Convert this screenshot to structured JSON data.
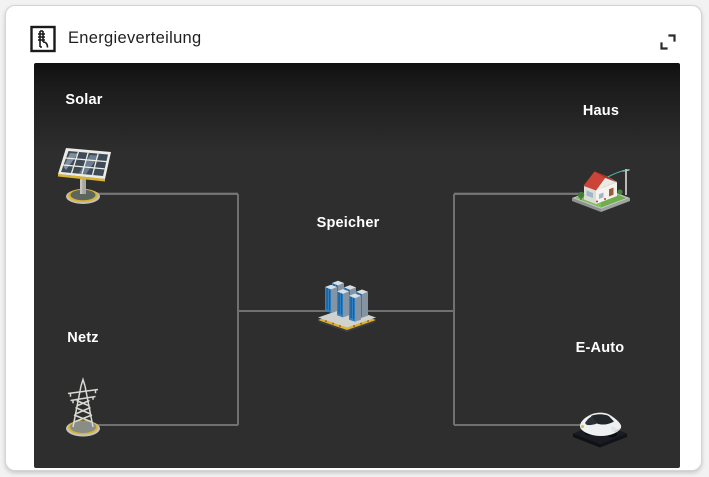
{
  "card": {
    "title": "Energieverteilung",
    "title_icon": "power-pylon-box-icon",
    "expand_icon": "expand-fullscreen-icon"
  },
  "colors": {
    "page_bg": "#f2f2f2",
    "card_bg": "#ffffff",
    "card_border": "#d4d4d4",
    "panel_bg": "#2e2e2e",
    "panel_top_gradient": "#101010",
    "wire": "#707070",
    "node_label_text": "#ffffff",
    "title_text": "#1f1f1f",
    "accent_yellow": "#d9b430",
    "battery_blue": "#2f81c4",
    "roof_red": "#cc4437",
    "lawn_green": "#6fae4f"
  },
  "diagram": {
    "nodes": [
      {
        "id": "solar",
        "label": "Solar",
        "icon": "solar-panel-icon",
        "position": "top-left"
      },
      {
        "id": "netz",
        "label": "Netz",
        "icon": "power-pylon-icon",
        "position": "bottom-left"
      },
      {
        "id": "speicher",
        "label": "Speicher",
        "icon": "battery-storage-icon",
        "position": "center"
      },
      {
        "id": "haus",
        "label": "Haus",
        "icon": "house-icon",
        "position": "top-right"
      },
      {
        "id": "eauto",
        "label": "E-Auto",
        "icon": "electric-car-icon",
        "position": "bottom-right"
      }
    ],
    "edges": [
      {
        "from": "solar",
        "to": "speicher"
      },
      {
        "from": "netz",
        "to": "speicher"
      },
      {
        "from": "speicher",
        "to": "haus"
      },
      {
        "from": "speicher",
        "to": "eauto"
      }
    ]
  }
}
